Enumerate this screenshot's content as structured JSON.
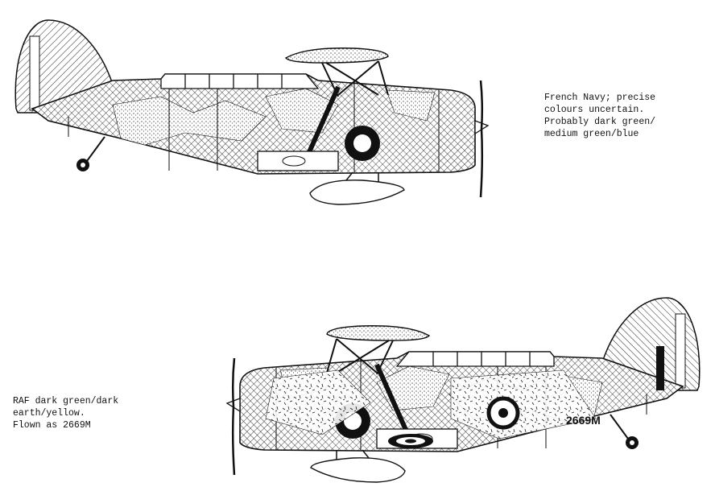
{
  "profiles": [
    {
      "id": "french-navy",
      "caption_lines": [
        "French Navy; precise",
        "colours uncertain.",
        "Probably dark green/",
        "medium green/blue"
      ]
    },
    {
      "id": "raf",
      "caption_lines": [
        "RAF dark green/dark",
        "earth/yellow.",
        "Flown as 2669M"
      ],
      "serial_marking": "2669M"
    }
  ],
  "colors": {
    "ink": "#111111",
    "paper": "#ffffff"
  }
}
